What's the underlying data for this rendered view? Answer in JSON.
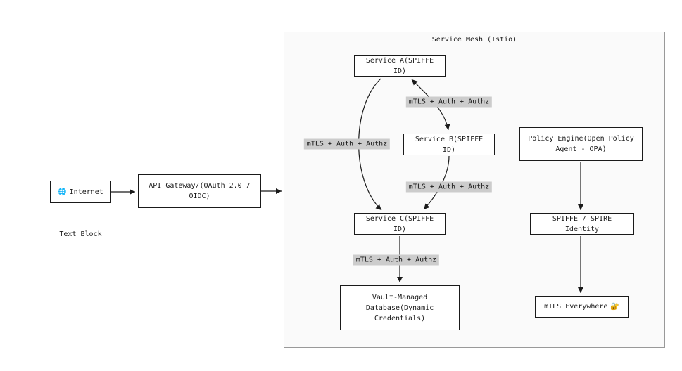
{
  "diagram": {
    "container": {
      "label": "Service Mesh (Istio)"
    },
    "caption": "Text Block",
    "nodes": {
      "internet": {
        "label": "Internet",
        "icon": "🌐"
      },
      "api_gateway": {
        "label": "API Gateway/(OAuth 2.0 / OIDC)"
      },
      "service_a": {
        "label": "Service A(SPIFFE ID)"
      },
      "service_b": {
        "label": "Service B(SPIFFE ID)"
      },
      "service_c": {
        "label": "Service C(SPIFFE ID)"
      },
      "vault_db": {
        "label": "Vault-Managed Database(Dynamic Credentials)"
      },
      "policy_engine": {
        "label": "Policy Engine(Open Policy Agent - OPA)"
      },
      "spiffe_spire": {
        "label": "SPIFFE / SPIRE Identity"
      },
      "mtls_everywhere": {
        "label": "mTLS Everywhere",
        "icon": "🔐"
      }
    },
    "edges": [
      {
        "from": "internet",
        "to": "api_gateway",
        "label": ""
      },
      {
        "from": "api_gateway",
        "to": "service_mesh",
        "label": ""
      },
      {
        "from": "service_a",
        "to": "service_b",
        "label": "mTLS + Auth + Authz",
        "bidirectional": true
      },
      {
        "from": "service_a",
        "to": "service_c",
        "label": "mTLS + Auth + Authz"
      },
      {
        "from": "service_b",
        "to": "service_c",
        "label": "mTLS + Auth + Authz"
      },
      {
        "from": "service_c",
        "to": "vault_db",
        "label": "mTLS + Auth + Authz"
      },
      {
        "from": "policy_engine",
        "to": "spiffe_spire",
        "label": ""
      },
      {
        "from": "spiffe_spire",
        "to": "mtls_everywhere",
        "label": ""
      }
    ],
    "colors": {
      "node_border": "#1a1a1a",
      "node_bg": "#ffffff",
      "edge_label_bg": "#cccccc",
      "container_bg": "#fafafa",
      "container_border": "#999999",
      "arrow": "#1a1a1a"
    }
  }
}
